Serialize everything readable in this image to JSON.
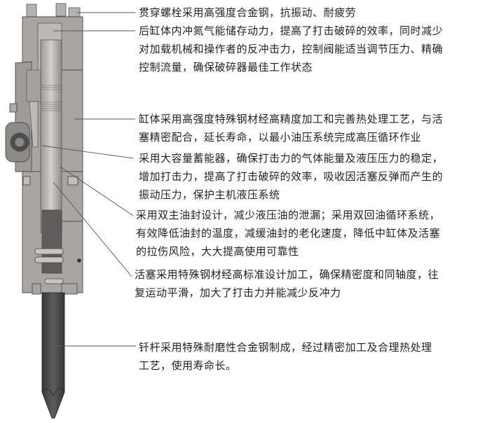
{
  "annotations": [
    {
      "id": "bolts",
      "lines": [
        "贯穿螺栓采用高强度合金钢，抗振动、耐疲劳"
      ]
    },
    {
      "id": "rear-cylinder",
      "lines": [
        "后缸体内冲氮气能储存动力，提高了打击破碎的效率，同时减少",
        "对加载机械和操作者的反冲击力，控制阀能适当调节压力、精确",
        "控制流量，确保破碎器最佳工作状态"
      ]
    },
    {
      "id": "cylinder-body",
      "lines": [
        "缸体采用高强度特殊钢材经高精度加工和完善热处理工艺，与活",
        "塞精密配合，延长寿命，以最小油压系统完成高压循环作业"
      ]
    },
    {
      "id": "accumulator",
      "lines": [
        "采用大容量蓄能器，确保打击力的气体能量及液压压力的稳定，",
        "增加打击力，提高了打击破碎的效率，吸收因活塞反弹而产生的",
        "振动压力，保护主机液压系统"
      ]
    },
    {
      "id": "oil-seal",
      "lines": [
        "采用双主油封设计，减少液压油的泄漏；采用双回油循环系统，",
        "有效降低油封的温度，减缓油封的老化速度，降低中缸体及活塞",
        "的拉伤风险，大大提高使用可靠性"
      ]
    },
    {
      "id": "piston",
      "lines": [
        "活塞采用特殊钢材经高标准设计加工，确保精密度和同轴度，往",
        "复运动平滑，加大了打击力并能减少反冲力"
      ]
    },
    {
      "id": "chisel",
      "lines": [
        "钎杆采用特殊耐磨性合金钢制成，经过精密加工及合理热处理",
        "工艺，使用寿命长。"
      ]
    }
  ],
  "colors": {
    "body": "#a9a6a2",
    "body_dark": "#7d7a76",
    "chisel": "#4a4a4a",
    "leader": "#555555",
    "text": "#222222"
  }
}
